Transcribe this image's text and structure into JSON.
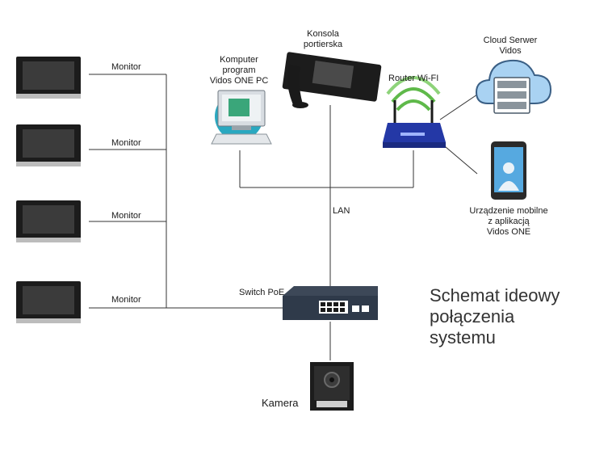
{
  "labels": {
    "monitor_1": "Monitor",
    "monitor_2": "Monitor",
    "monitor_3": "Monitor",
    "monitor_4": "Monitor",
    "konsola": [
      "Konsola",
      "portierska"
    ],
    "komputer": [
      "Komputer",
      "program",
      "Vidos ONE PC"
    ],
    "router": "Router Wi-FI",
    "cloud": [
      "Cloud Serwer",
      "Vidos"
    ],
    "mobile": [
      "Urządzenie mobilne",
      "z aplikacją",
      "Vidos ONE"
    ],
    "lan": "LAN",
    "switch": "Switch PoE",
    "camera": "Kamera"
  },
  "heading": [
    "Schemat ideowy",
    "połączenia",
    "systemu"
  ],
  "colors": {
    "line": "#333333",
    "device_frame": "#1c1c1c",
    "screen": "#3b3b3b",
    "cloud_fill": "#a9d2f2",
    "cloud_stroke": "#3a5f85",
    "router_body": "#2438a6",
    "wifi_green": "#5fb94a",
    "switch_body": "#2f3a4a",
    "pc_teal": "#2aa8c0",
    "phone_screen": "#56a9e0"
  },
  "icons": [
    "monitor-icon",
    "console-icon",
    "computer-icon",
    "router-icon",
    "cloud-server-icon",
    "smartphone-icon",
    "switch-icon",
    "camera-doorbell-icon"
  ]
}
